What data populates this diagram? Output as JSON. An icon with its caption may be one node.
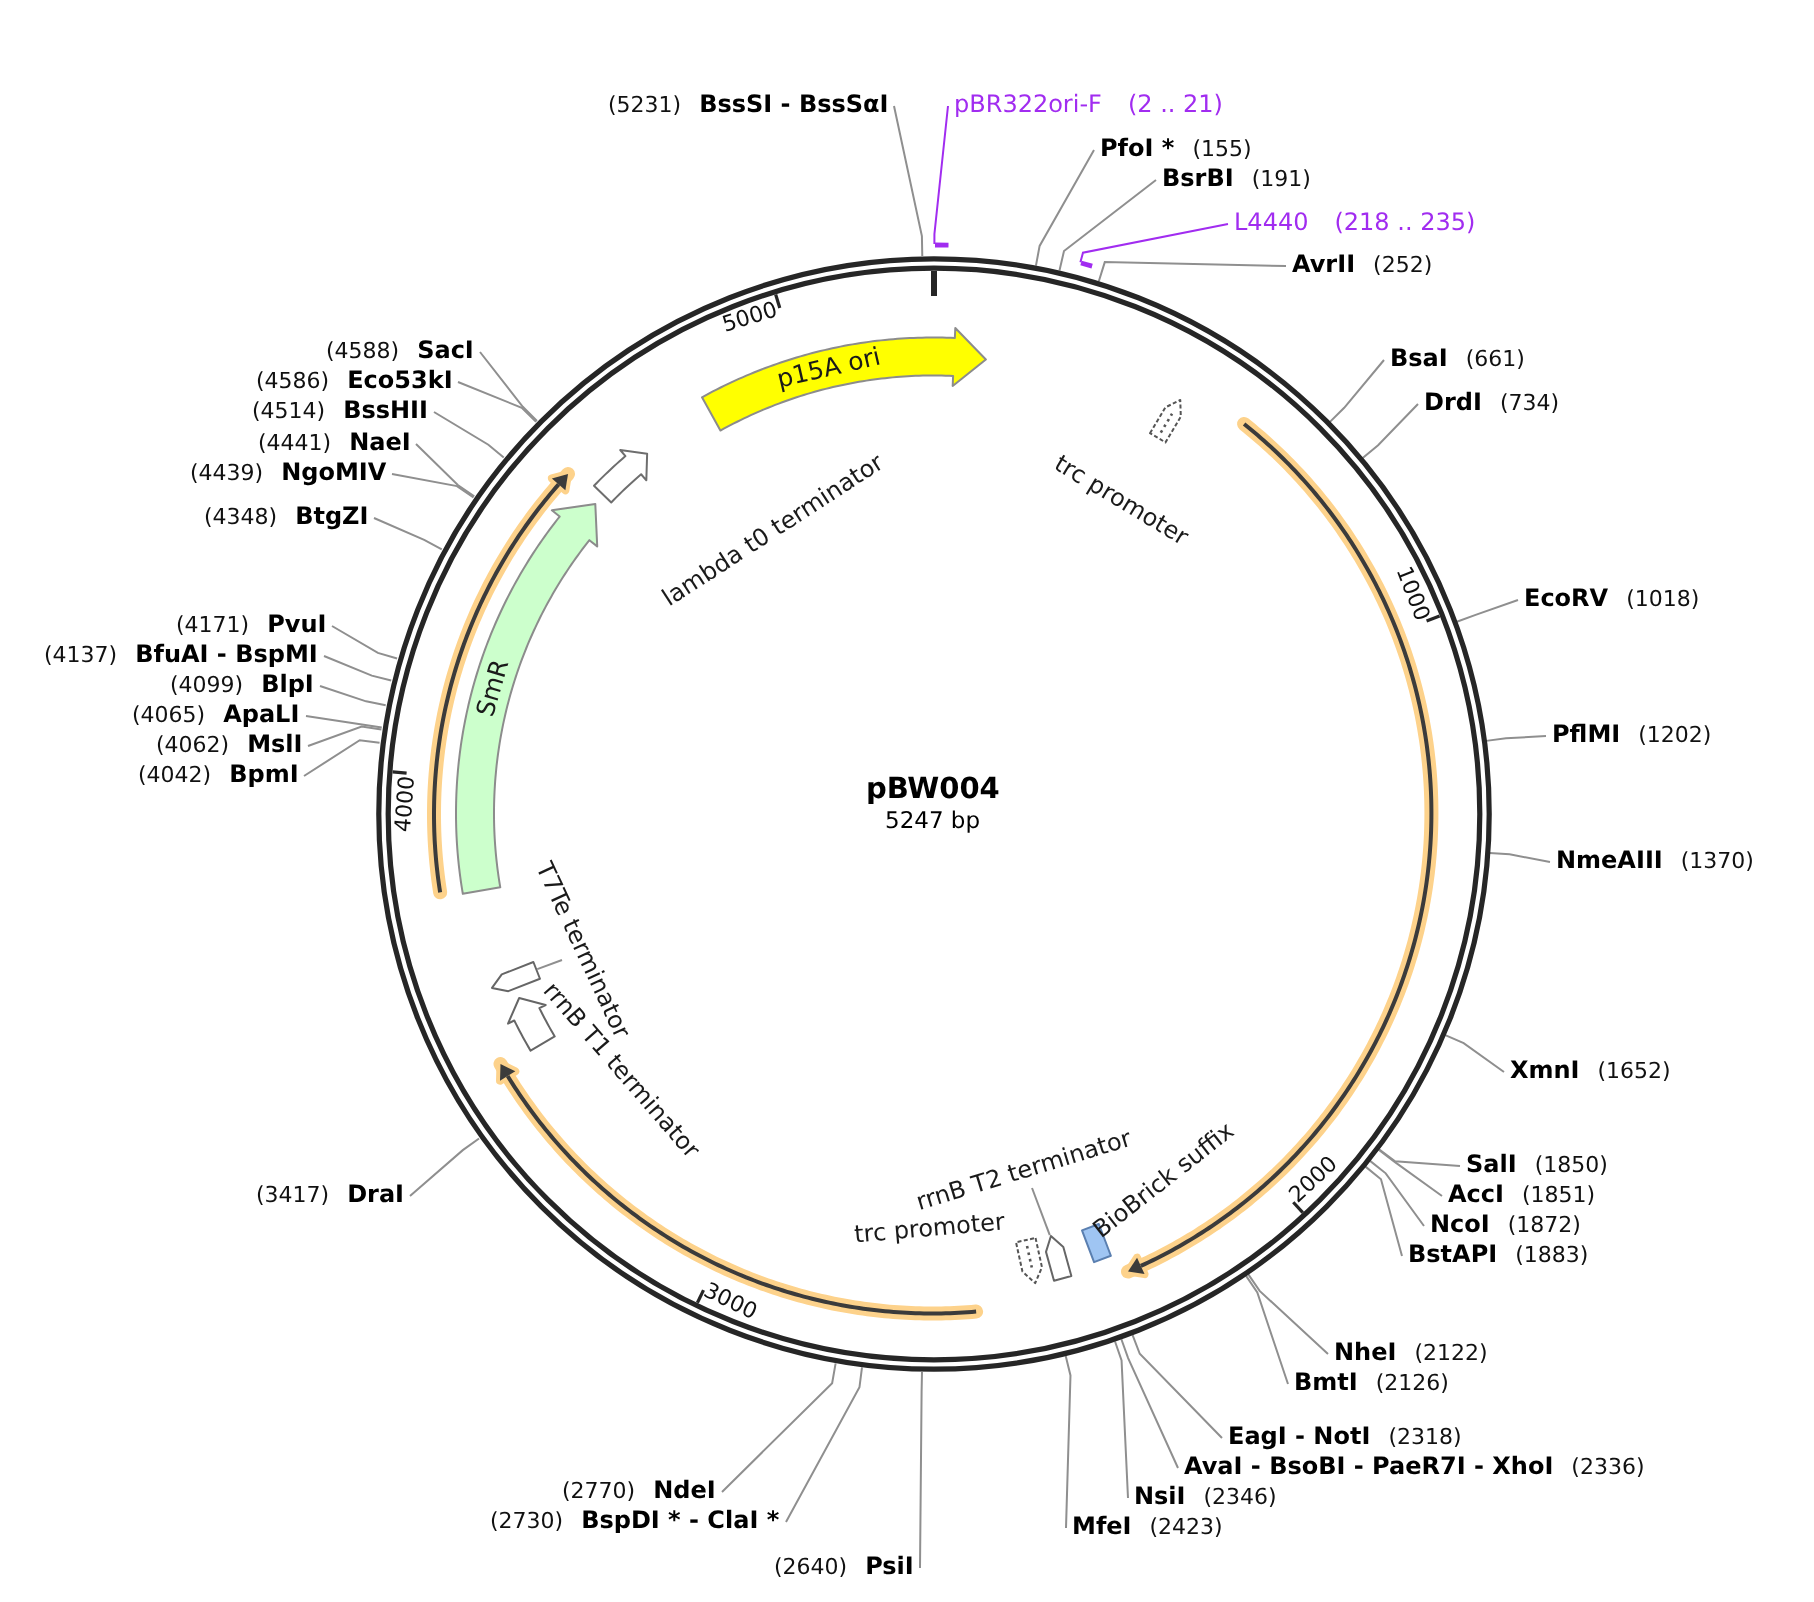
{
  "diagram": {
    "nodes": [
      {
        "text": [
          "pBW004",
          "5247 bp"
        ]
      },
      {
        "text": [
          "p15A ori"
        ],
        "in": 0
      },
      {
        "text": [
          "lambda t0 terminator"
        ],
        "in": 0
      },
      {
        "text": [
          "trc promoter"
        ],
        "in": 0
      },
      {
        "text": [
          "SmR"
        ],
        "in": 0
      },
      {
        "text": [
          "T7Te terminator"
        ],
        "in": 0
      },
      {
        "text": [],
        "shape": "arrow",
        "in": 0
      },
      {
        "text": [
          "rrnB T1 terminator"
        ],
        "in": 0
      },
      {
        "text": [
          "rrnB T2 terminator"
        ],
        "in": 0
      },
      {
        "text": [],
        "shape": "arrow",
        "in": 0
      },
      {
        "text": [
          "trc promoter"
        ],
        "in": 0
      },
      {
        "text": [
          "BioBrick suffix"
        ],
        "in": 0
      },
      {
        "text": [
          "(5231)",
          "BssSI - BssSαI"
        ]
      },
      {
        "text": [
          "pBR322ori-F",
          "(2 .. 21)"
        ]
      },
      {
        "text": [],
        "shape": "bar"
      },
      {
        "text": [
          "PfoI *",
          "(155)"
        ]
      },
      {
        "text": [
          "BsrBI",
          "(191)"
        ]
      },
      {
        "text": [
          "L4440",
          "(218 .. 235)"
        ]
      },
      {
        "text": [],
        "shape": "bar"
      },
      {
        "text": [
          "AvrII",
          "(252)"
        ]
      },
      {
        "text": [
          "(4588)",
          "SacI"
        ]
      },
      {
        "text": [
          "(4586)",
          "Eco53kI"
        ]
      },
      {
        "text": [
          "(4514)",
          "BssHII"
        ]
      },
      {
        "text": [
          "(4441)",
          "NaeI"
        ]
      },
      {
        "text": [
          "(4439)",
          "NgoMIV"
        ]
      },
      {
        "text": [
          "BsaI",
          "(661)"
        ]
      },
      {
        "text": [
          "DrdI",
          "(734)"
        ]
      },
      {
        "text": [
          "(4348)",
          "BtgZI"
        ]
      },
      {
        "text": [
          "EcoRV",
          "(1018)"
        ]
      },
      {
        "text": [
          "(4171)",
          "PvuI"
        ]
      },
      {
        "text": [
          "(4137)",
          "BfuAI - BspMI"
        ]
      },
      {
        "text": [
          "(4099)",
          "BlpI"
        ]
      },
      {
        "text": [
          "(4065)",
          "ApaLI"
        ]
      },
      {
        "text": [
          "(4062)",
          "MslI"
        ]
      },
      {
        "text": [
          "(4042)",
          "BpmI"
        ]
      },
      {
        "text": [
          "PflMI",
          "(1202)"
        ]
      },
      {
        "text": [
          "NmeAIII",
          "(1370)"
        ]
      },
      {
        "text": [
          "XmnI",
          "(1652)"
        ]
      },
      {
        "text": [
          "SalI",
          "(1850)"
        ]
      },
      {
        "text": [
          "(3417)",
          "DraI"
        ]
      },
      {
        "text": [
          "AccI",
          "(1851)"
        ]
      },
      {
        "text": [
          "NcoI",
          "(1872)"
        ]
      },
      {
        "text": [
          "BstAPI",
          "(1883)"
        ]
      },
      {
        "text": [
          "NheI",
          "(2122)"
        ]
      },
      {
        "text": [
          "BmtI",
          "(2126)"
        ]
      },
      {
        "text": [
          "EagI - NotI",
          "(2318)"
        ]
      },
      {
        "text": [
          "AvaI - BsoBI - PaeR7I - XhoI",
          "(2336)"
        ]
      },
      {
        "text": [
          "(2770)",
          "NdeI"
        ]
      },
      {
        "text": [
          "NsiI",
          "(2346)"
        ]
      },
      {
        "text": [
          "(2730)",
          "BspDI * - ClaI *"
        ]
      },
      {
        "text": [
          "MfeI",
          "(2423)"
        ]
      },
      {
        "text": [
          "(2640)",
          "PsiI"
        ]
      }
    ],
    "edges": [
      {
        "from": 5,
        "to": 6,
        "arrow": "none"
      },
      {
        "from": 8,
        "to": 9,
        "arrow": "none"
      },
      {
        "from": 12,
        "to": 0,
        "arrow": "none"
      },
      {
        "from": 13,
        "to": 14,
        "arrow": "none",
        "color": "#a12cf0"
      },
      {
        "from": 15,
        "to": 0,
        "arrow": "none"
      },
      {
        "from": 16,
        "to": 0,
        "arrow": "none"
      },
      {
        "from": 17,
        "to": 18,
        "arrow": "none",
        "color": "#a12cf0"
      },
      {
        "from": 19,
        "to": 0,
        "arrow": "none"
      },
      {
        "from": 20,
        "to": 0,
        "arrow": "none"
      },
      {
        "from": 21,
        "to": 0,
        "arrow": "none"
      },
      {
        "from": 22,
        "to": 0,
        "arrow": "none"
      },
      {
        "from": 23,
        "to": 0,
        "arrow": "none"
      },
      {
        "from": 24,
        "to": 0,
        "arrow": "none"
      },
      {
        "from": 25,
        "to": 0,
        "arrow": "none"
      },
      {
        "from": 26,
        "to": 0,
        "arrow": "none"
      },
      {
        "from": 27,
        "to": 0,
        "arrow": "none"
      },
      {
        "from": 28,
        "to": 0,
        "arrow": "none"
      },
      {
        "from": 29,
        "to": 0,
        "arrow": "none"
      },
      {
        "from": 30,
        "to": 0,
        "arrow": "none"
      },
      {
        "from": 31,
        "to": 0,
        "arrow": "none"
      },
      {
        "from": 32,
        "to": 0,
        "arrow": "none"
      },
      {
        "from": 33,
        "to": 0,
        "arrow": "none"
      },
      {
        "from": 34,
        "to": 0,
        "arrow": "none"
      },
      {
        "from": 35,
        "to": 0,
        "arrow": "none"
      },
      {
        "from": 36,
        "to": 0,
        "arrow": "none"
      },
      {
        "from": 37,
        "to": 0,
        "arrow": "none"
      },
      {
        "from": 38,
        "to": 0,
        "arrow": "none"
      },
      {
        "from": 39,
        "to": 0,
        "arrow": "none"
      },
      {
        "from": 40,
        "to": 0,
        "arrow": "none"
      },
      {
        "from": 41,
        "to": 0,
        "arrow": "none"
      },
      {
        "from": 42,
        "to": 0,
        "arrow": "none"
      },
      {
        "from": 43,
        "to": 0,
        "arrow": "none"
      },
      {
        "from": 44,
        "to": 0,
        "arrow": "none"
      },
      {
        "from": 45,
        "to": 0,
        "arrow": "none"
      },
      {
        "from": 46,
        "to": 0,
        "arrow": "none"
      },
      {
        "from": 47,
        "to": 0,
        "arrow": "none"
      },
      {
        "from": 48,
        "to": 0,
        "arrow": "none"
      },
      {
        "from": 49,
        "to": 0,
        "arrow": "none"
      },
      {
        "from": 50,
        "to": 0,
        "arrow": "none"
      },
      {
        "from": 51,
        "to": 0,
        "arrow": "none"
      }
    ],
    "labels": [
      "5000",
      "1000",
      "4000",
      "2000",
      "3000"
    ]
  }
}
